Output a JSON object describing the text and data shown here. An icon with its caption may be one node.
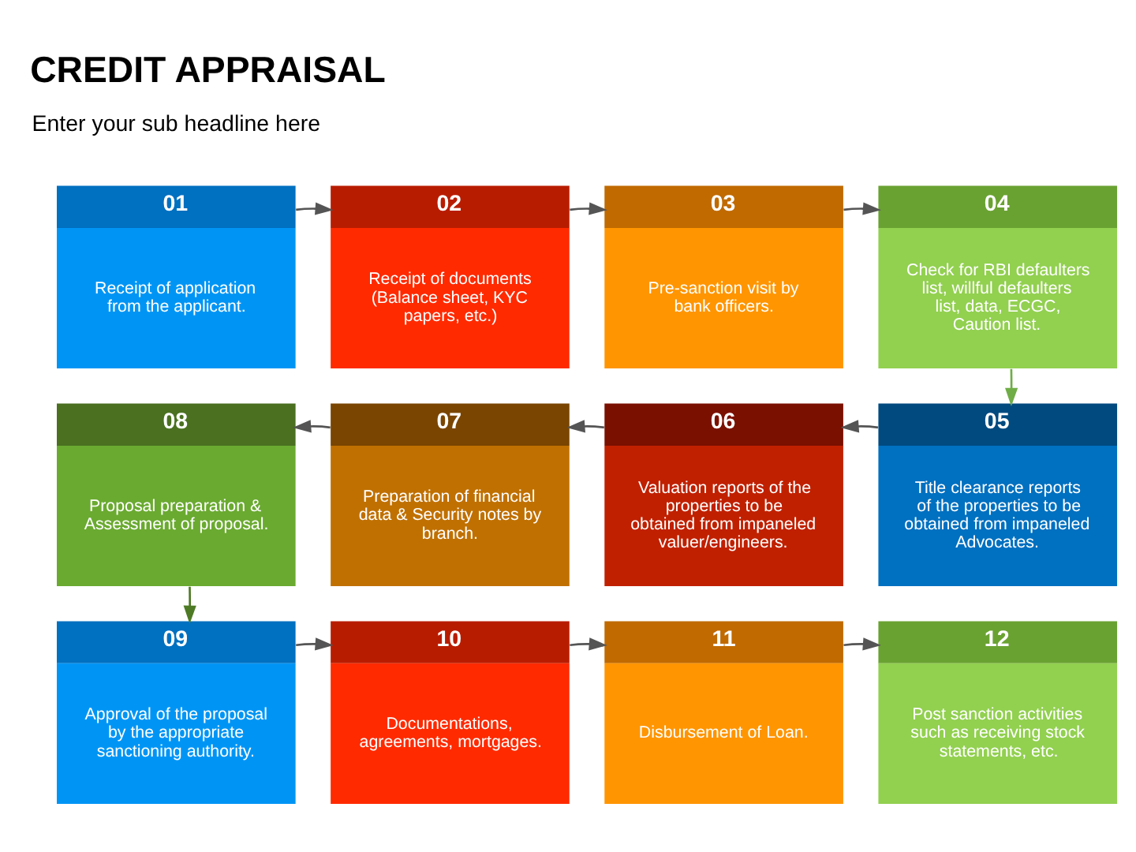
{
  "diagram": {
    "title": "CREDIT APPRAISAL",
    "nodes": [
      {
        "text": [
          "01",
          "Receipt of application from the applicant."
        ]
      },
      {
        "text": [
          "02",
          "Receipt of documents (Balance sheet, KYC papers, etc.)"
        ]
      },
      {
        "text": [
          "03",
          "Pre-sanction visit by bank officers."
        ]
      },
      {
        "text": [
          "04",
          "Check for RBI defaulters list, willful defaulters list, data, ECGC, Caution list."
        ]
      },
      {
        "text": [
          "05",
          "Title clearance reports of the properties to be obtained from impaneled Advocates."
        ]
      },
      {
        "text": [
          "06",
          "Valuation reports of the properties to be obtained from impaneled valuer/engineers."
        ]
      },
      {
        "text": [
          "07",
          "Preparation of financial data & Security notes by branch."
        ]
      },
      {
        "text": [
          "08",
          "Proposal preparation & Assessment of proposal."
        ]
      },
      {
        "text": [
          "09",
          "Approval of the proposal by the appropriate sanctioning authority."
        ]
      },
      {
        "text": [
          "10",
          "Documentations, agreements, mortgages."
        ]
      },
      {
        "text": [
          "11",
          "Disbursement of Loan."
        ]
      },
      {
        "text": [
          "12",
          "Post sanction activities such as receiving stock statements, etc."
        ]
      }
    ],
    "edges": [
      {
        "from": 0,
        "to": 1,
        "arrow": "to"
      },
      {
        "from": 1,
        "to": 2,
        "arrow": "to"
      },
      {
        "from": 2,
        "to": 3,
        "arrow": "to"
      },
      {
        "from": 3,
        "to": 4,
        "arrow": "to",
        "color": "#70ad47"
      },
      {
        "from": 4,
        "to": 5,
        "arrow": "to"
      },
      {
        "from": 5,
        "to": 6,
        "arrow": "to"
      },
      {
        "from": 6,
        "to": 7,
        "arrow": "to"
      },
      {
        "from": 7,
        "to": 8,
        "arrow": "to",
        "color": "#4e7a25"
      },
      {
        "from": 8,
        "to": 9,
        "arrow": "to"
      },
      {
        "from": 9,
        "to": 10,
        "arrow": "to"
      },
      {
        "from": 10,
        "to": 11,
        "arrow": "to"
      }
    ],
    "labels": [
      "Enter your sub headline here"
    ]
  }
}
